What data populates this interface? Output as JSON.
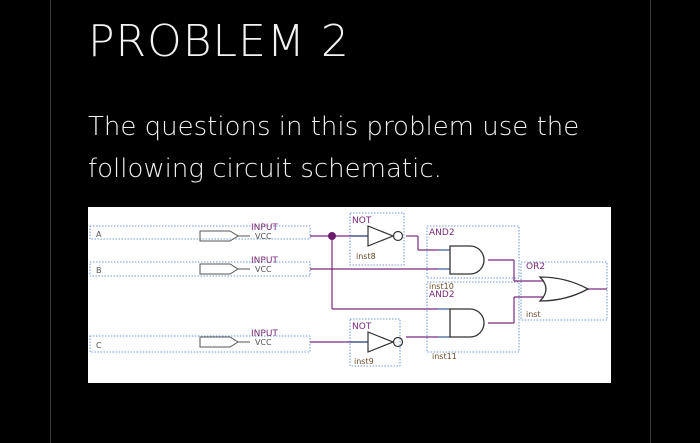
{
  "slide": {
    "title": "PROBLEM 2",
    "body": "The questions in this problem use the following circuit schematic."
  },
  "schematic": {
    "signals": [
      "A",
      "B",
      "C"
    ],
    "input_pins": [
      {
        "type": "INPUT",
        "supply": "VCC"
      },
      {
        "type": "INPUT",
        "supply": "VCC"
      },
      {
        "type": "INPUT",
        "supply": "VCC"
      }
    ],
    "gates": {
      "not_top": {
        "type": "NOT",
        "instance": "inst8"
      },
      "and_top": {
        "type": "AND2",
        "instance": ""
      },
      "and_bottom": {
        "type": "AND2",
        "instance": "inst10"
      },
      "not_bottom": {
        "type": "NOT",
        "instance": "inst9"
      },
      "and_bottom_inst": "inst11",
      "or_gate": {
        "type": "OR2",
        "instance": "inst"
      }
    },
    "colors": {
      "wire": "#7a2a7a",
      "gate_input_wire": "#3a5a8a",
      "junction": "#6a1a6a",
      "dotted_border": "#4a7ad0"
    }
  }
}
